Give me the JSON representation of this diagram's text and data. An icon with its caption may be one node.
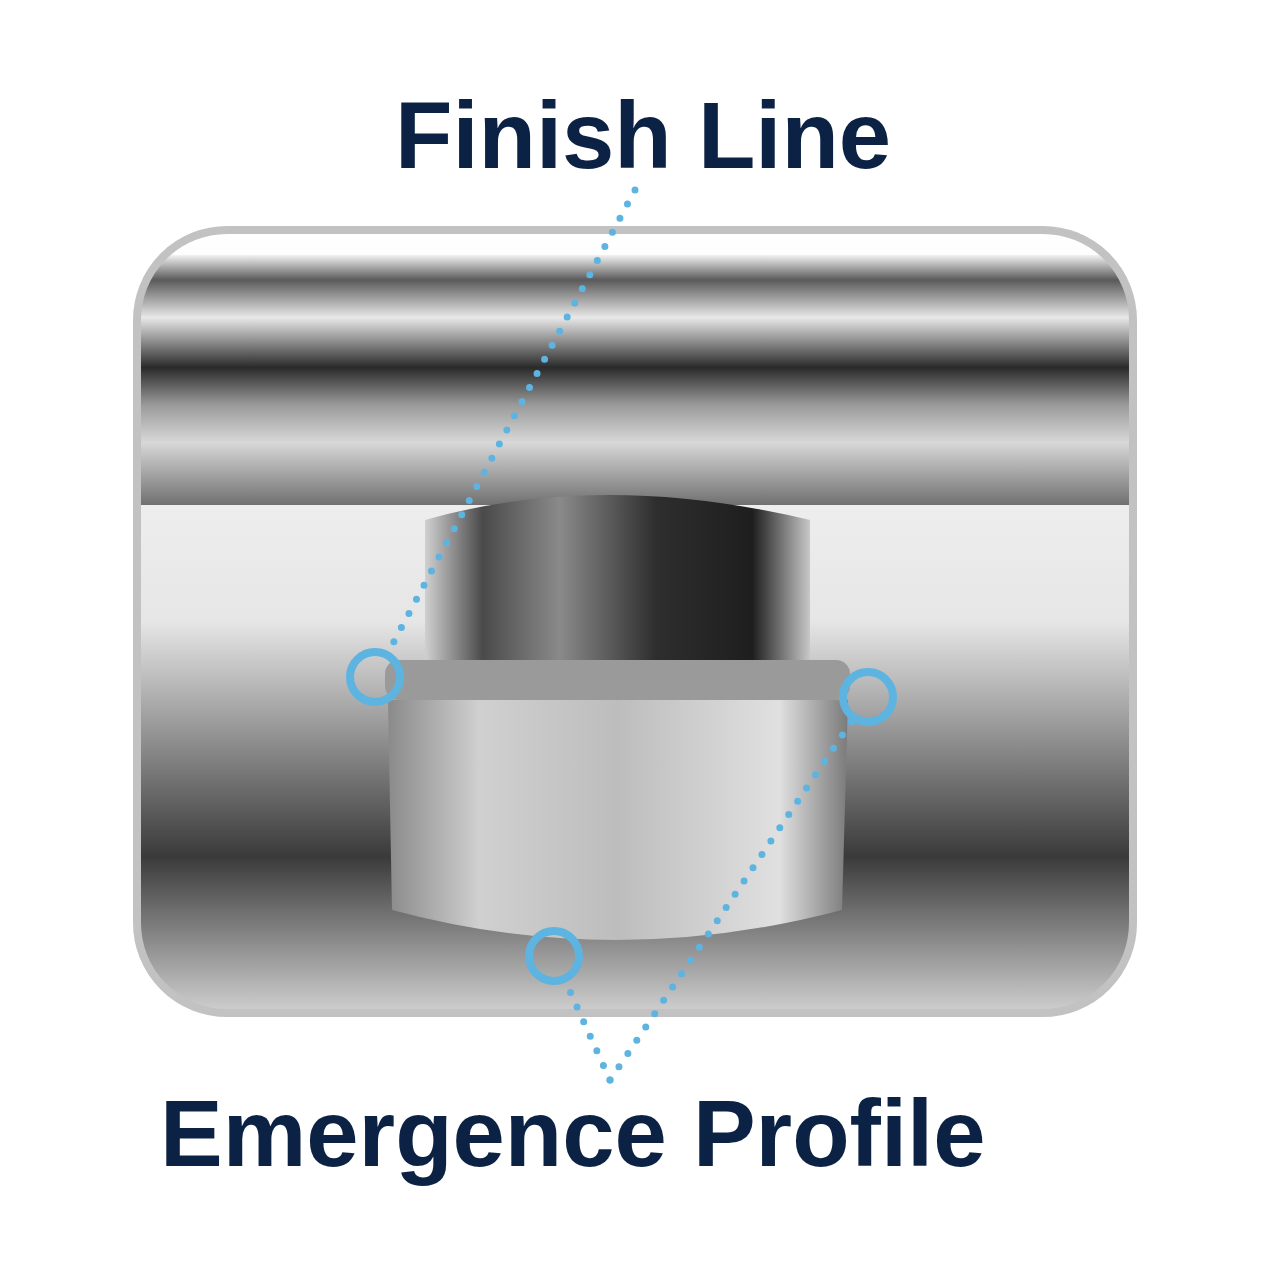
{
  "diagram": {
    "nodes": [
      {
        "text": [
          "Finish Line"
        ]
      },
      {
        "text": [],
        "shape": "circle"
      },
      {
        "text": [],
        "shape": "circle"
      },
      {
        "text": [],
        "shape": "circle"
      },
      {
        "text": [
          "Emergence Profile"
        ]
      }
    ],
    "edges": [
      {
        "from": 0,
        "to": 1,
        "arrow": "none"
      },
      {
        "from": 4,
        "to": 3,
        "arrow": "none"
      },
      {
        "from": 4,
        "to": 2,
        "arrow": "none"
      }
    ]
  }
}
